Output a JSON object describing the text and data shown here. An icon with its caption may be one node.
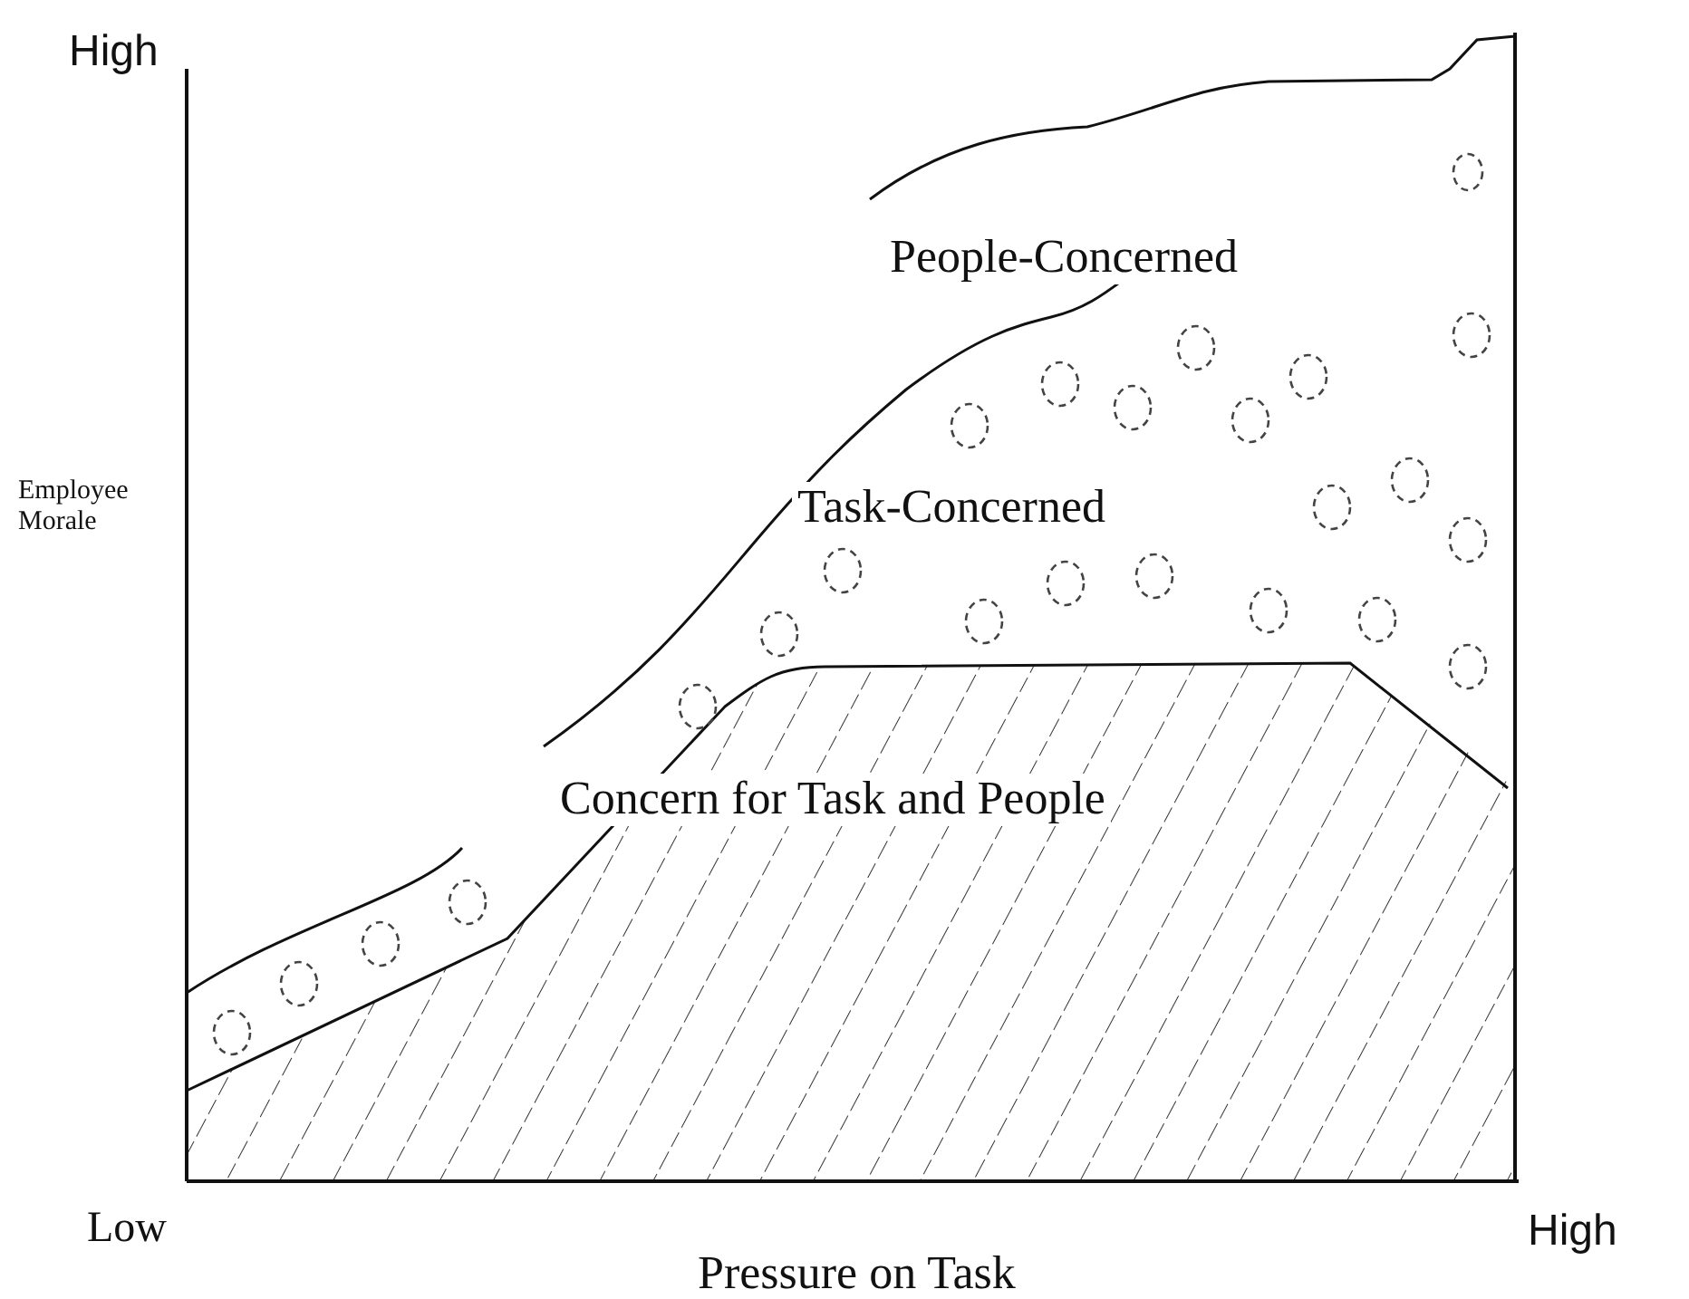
{
  "diagram": {
    "labels": [
      "High",
      "Employee Morale",
      "People-Concerned",
      "Task-Concerned",
      "Concern for Task and People",
      "Low",
      "High",
      "Pressure on Task"
    ]
  }
}
